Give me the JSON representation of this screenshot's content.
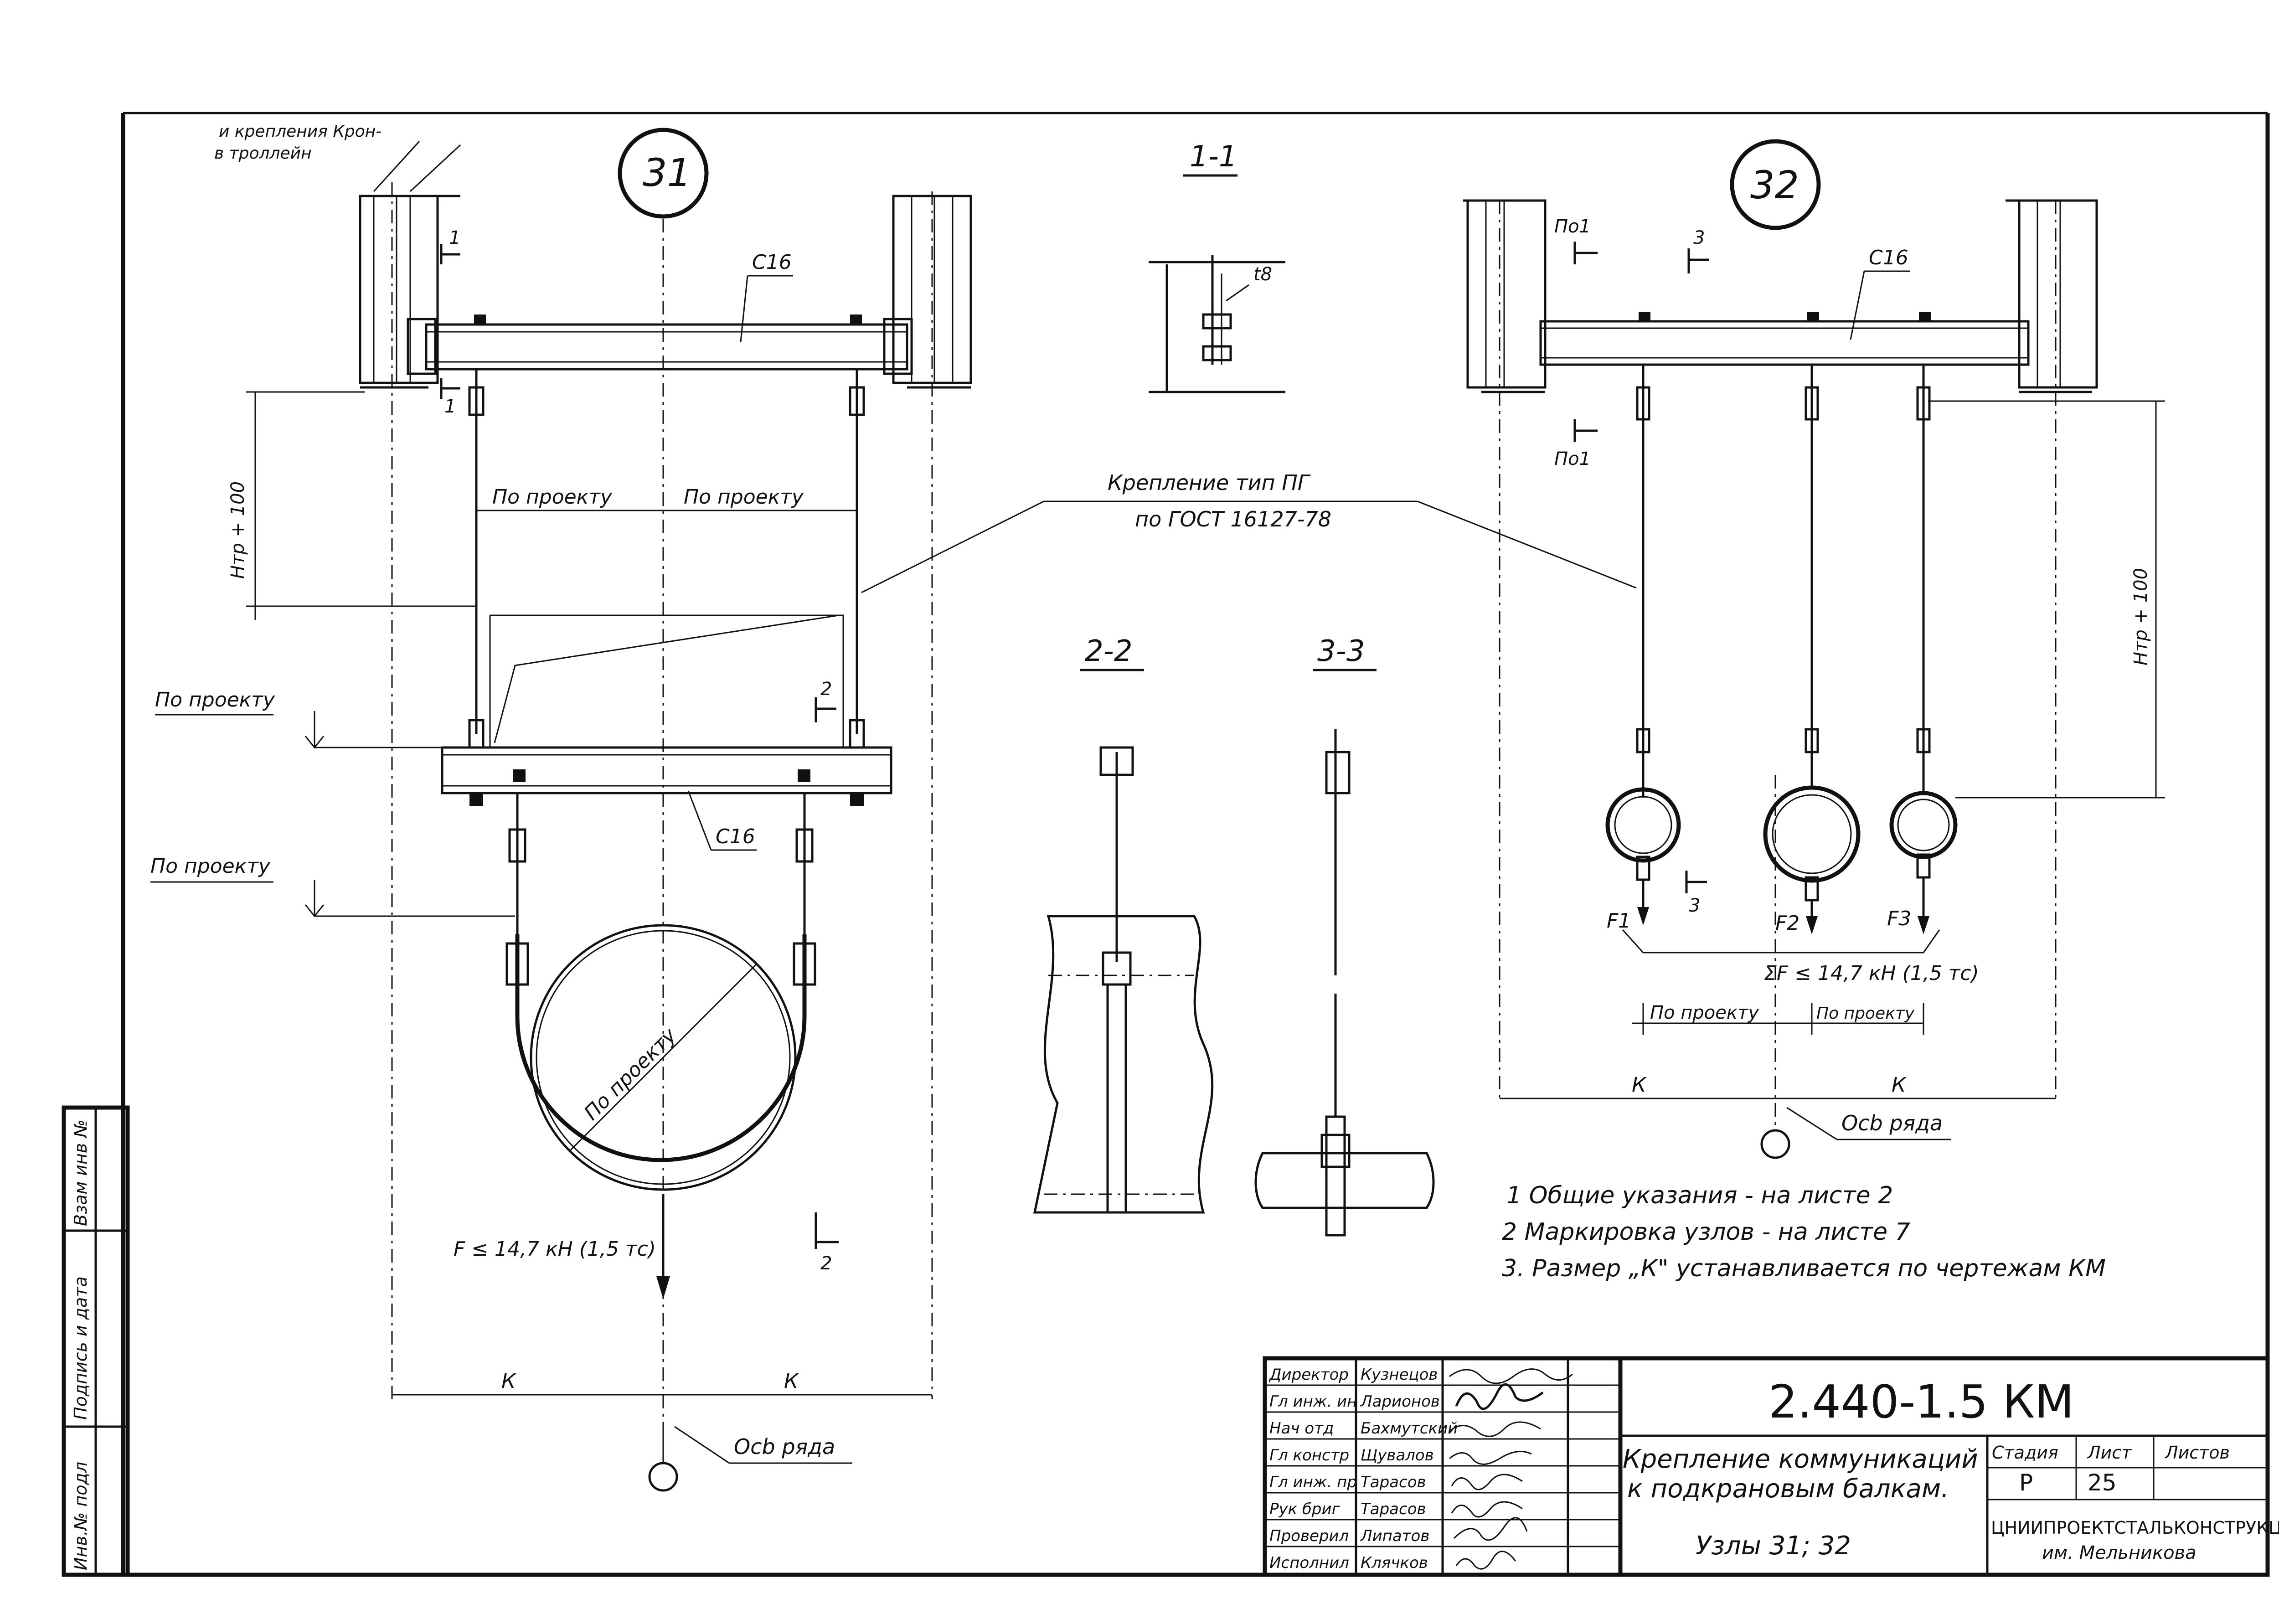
{
  "drawing": {
    "corner_note": [
      "и крепления Крон-",
      "в троллейн"
    ],
    "node_31": "31",
    "node_32": "32",
    "section_1_1": "1-1",
    "section_2_2": "2-2",
    "section_3_3": "3-3",
    "channel_c16": "С16",
    "cut_1": "1",
    "cut_2": "2",
    "cut_3": "3",
    "cut_po1": "По1",
    "thickness_t8": "t8",
    "h_tr_100": "Hтр + 100",
    "po_proektu": "По проекту",
    "fastening_type": "Крепление тип ПГ",
    "fastening_gost": "по ГОСТ 16127-78",
    "load_31": "F ≤ 14,7 кН (1,5 тс)",
    "load_32": "ΣF ≤ 14,7 кН (1,5 тс)",
    "f1": "F1",
    "f2": "F2",
    "f3": "F3",
    "dim_k": "К",
    "row_axis": "Осb ряда"
  },
  "notes": [
    "1  Общие указания - на листе 2",
    "2  Маркировка узлов - на листе 7",
    "3. Размер „К\" устанавливается по чертежам КМ"
  ],
  "side_stamp": [
    "Взам инв №",
    "Подпись и дата",
    "Инв.№ подл"
  ],
  "title_block": {
    "code": "2.440-1.5 КМ",
    "title": [
      "Крепление коммуникаций",
      "к подкрановым балкам."
    ],
    "subtitle": "Узлы 31; 32",
    "stage_header": "Стадия",
    "sheet_header": "Лист",
    "sheets_header": "Листов",
    "stage": "Р",
    "sheet": "25",
    "sheets": "",
    "org": "ЦНИИПРОЕКТСТАЛЬКОНСТРУКЦИЯ",
    "org2": "им. Мельникова",
    "people": [
      {
        "role": "Директор",
        "name": "Кузнецов"
      },
      {
        "role": "Гл инж. ин",
        "name": "Ларионов"
      },
      {
        "role": "Нач отд",
        "name": "Бахмутский"
      },
      {
        "role": "Гл констр",
        "name": "Щувалов"
      },
      {
        "role": "Гл инж. пр",
        "name": "Тарасов"
      },
      {
        "role": "Рук бриг",
        "name": "Тарасов"
      },
      {
        "role": "Проверил",
        "name": "Липатов"
      },
      {
        "role": "Исполнил",
        "name": "Клячков"
      }
    ]
  }
}
